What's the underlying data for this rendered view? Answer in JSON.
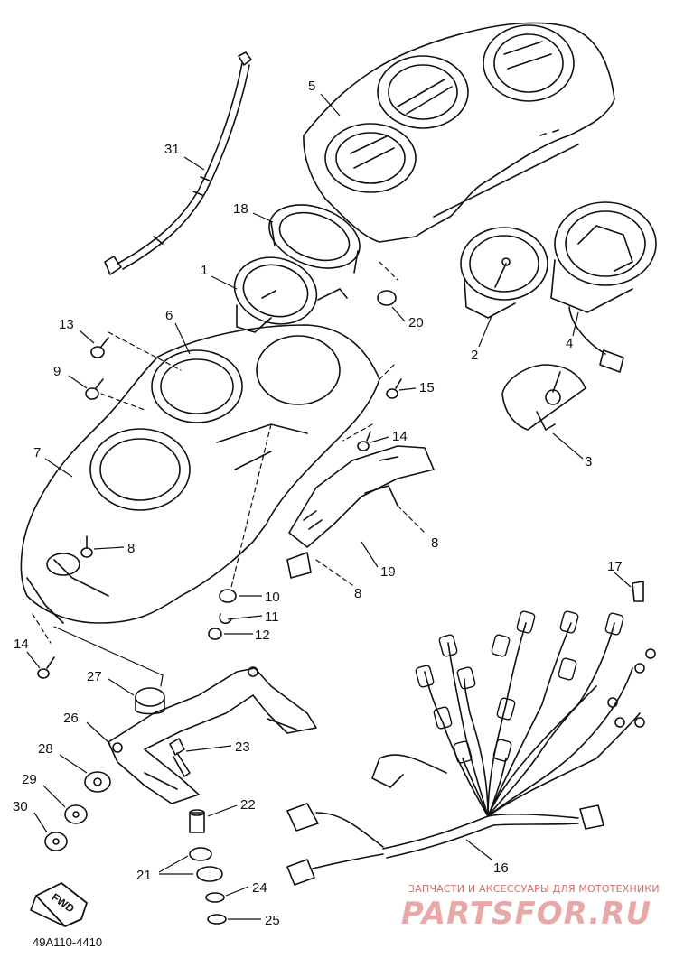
{
  "parts": {
    "p1": "1",
    "p2": "2",
    "p3": "3",
    "p4": "4",
    "p5": "5",
    "p6": "6",
    "p7": "7",
    "p8": "8",
    "p9": "9",
    "p10": "10",
    "p11": "11",
    "p12": "12",
    "p13": "13",
    "p14a": "14",
    "p14b": "14",
    "p15": "15",
    "p16": "16",
    "p17": "17",
    "p18": "18",
    "p19": "19",
    "p20": "20",
    "p21": "21",
    "p22": "22",
    "p23": "23",
    "p24": "24",
    "p25": "25",
    "p26": "26",
    "p27": "27",
    "p28": "28",
    "p29": "29",
    "p30": "30",
    "p31": "31"
  },
  "fwd_label": "FWD",
  "diagram_code": "49A110-4410",
  "watermark": {
    "line1": "ЗАПЧАСТИ И АКСЕССУАРЫ ДЛЯ МОТОТЕХНИКИ",
    "line2": "PARTSFOR.RU"
  }
}
